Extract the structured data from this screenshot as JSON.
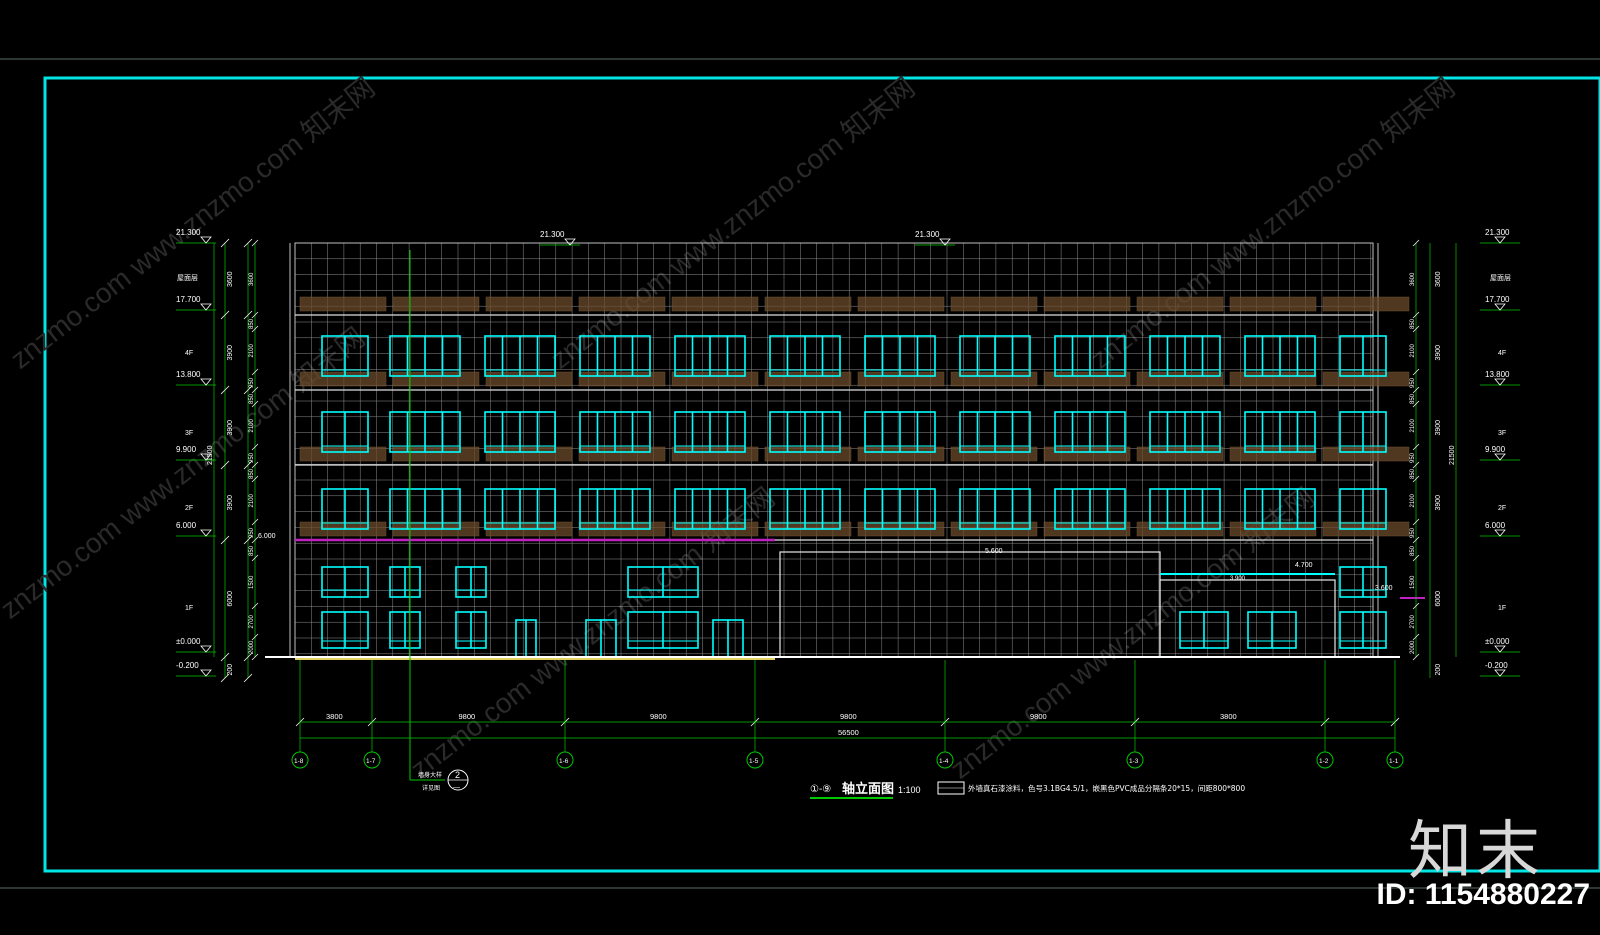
{
  "colors": {
    "background": "#000000",
    "frame": "#00e5e5",
    "window": "#00ffff",
    "grid": "#bfbfbf",
    "dimension": "#00c800",
    "axis": "#00c800",
    "magenta": "#c020c0",
    "level": "#ffffff",
    "brown": "#6b4a2a"
  },
  "title": {
    "axis_range": "①-⑨",
    "name": "轴立面图",
    "scale": "1:100"
  },
  "legend_note": "外墙真石漆涂料，色号3.1BG4.5/1，嵌黑色PVC成品分隔条20*15，间距800*800",
  "levels": {
    "roof": "21.300",
    "f4": "17.700",
    "f3": "13.800",
    "f2": "9.900",
    "f1": "6.000",
    "ground": "±0.000",
    "outdoor": "-0.200",
    "canopy_a": "5.600",
    "canopy_b": "4.700",
    "canopy_c": "3.600",
    "canopy_d": "3.900"
  },
  "floor_labels": {
    "parapet": "屋面层",
    "f4": "4F",
    "f3": "3F",
    "f2": "2F",
    "f1": "1F"
  },
  "vertical_dims_left": [
    "3600",
    "3900",
    "3900",
    "3900",
    "6000",
    "200"
  ],
  "vertical_dims_inner": [
    "3600",
    "850",
    "2100",
    "950",
    "850",
    "2100",
    "950",
    "850",
    "2100",
    "950",
    "850",
    "1500",
    "2700",
    "2000",
    "950"
  ],
  "total_height": "21500",
  "horizontal_dims": [
    "3800",
    "9800",
    "9800",
    "9800",
    "9800",
    "3800"
  ],
  "total_width": "56500",
  "axes": [
    "1-8",
    "1-7",
    "1-6",
    "1-5",
    "1-4",
    "1-3",
    "1-2",
    "1-1"
  ],
  "detail_callout": {
    "number": "2",
    "sheet": "—",
    "label_1": "墙身大样",
    "label_2": "详见图"
  },
  "watermark": "znzmo.com  www.znzmo.com  知末网",
  "brand": "知末",
  "image_id": "ID: 1154880227"
}
